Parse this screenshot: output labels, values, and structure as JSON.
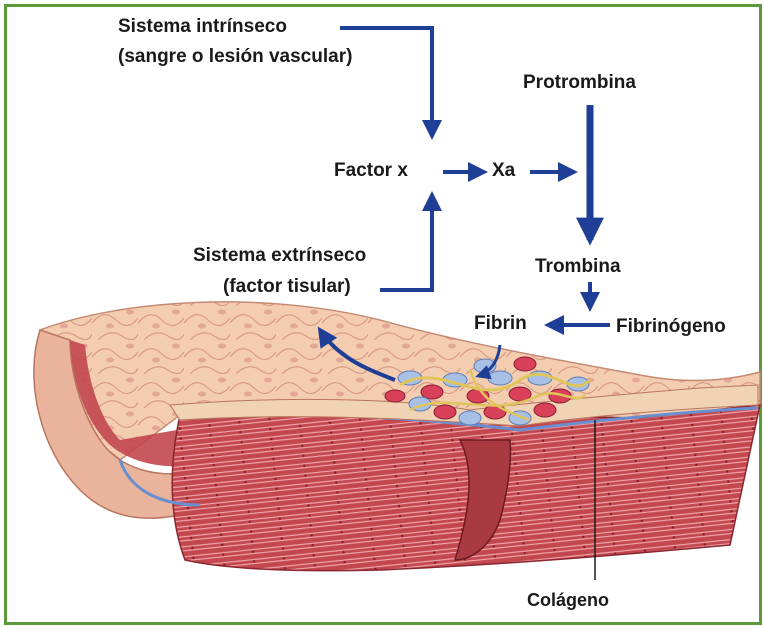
{
  "labels": {
    "intrinsic_line1": "Sistema intrínseco",
    "intrinsic_line2": "(sangre o lesión vascular)",
    "factor_x": "Factor x",
    "xa": "Xa",
    "protrombina": "Protrombina",
    "extrinsic_line1": "Sistema extrínseco",
    "extrinsic_line2": "(factor tisular)",
    "trombina": "Trombina",
    "fibrin": "Fibrin",
    "fibrinogeno": "Fibrinógeno",
    "colageno": "Colágeno"
  },
  "colors": {
    "arrow": "#1f3f97",
    "frame": "#5a9a3a",
    "endothelium": "#f3c9a8",
    "muscle": "#c9565a",
    "platelet": "#a9c0e6",
    "red_cell": "#d9405a",
    "fibrin_strand": "#e0c55a"
  }
}
